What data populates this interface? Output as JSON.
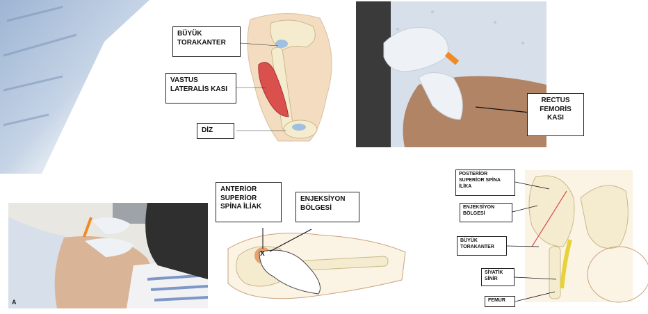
{
  "thigh_diagram": {
    "label_greater_trochanter": "BÜYÜK\nTORAKANTER",
    "label_vastus_lateralis": "VASTUS\nLATERALİS KASI",
    "label_knee": "DİZ"
  },
  "rectus_photo": {
    "label_rectus_femoris": "RECTUS\nFEMORİS\nKASI"
  },
  "ventrogluteal_photo": {
    "corner_letter": "A"
  },
  "ventrogluteal_diagram": {
    "label_asis": "ANTERİOR\nSUPERİOR\nSPİNA İLİAK",
    "label_injection_site": "ENJEKSİYON\nBÖLGESİ",
    "mark": "X"
  },
  "dorsogluteal_diagram": {
    "label_psis": "POSTERİOR\nSUPERİOR SPİNA\nİLİKA",
    "label_injection_site": "ENJEKSİYON\nBÖLGESİ",
    "label_greater_trochanter": "BÜYÜK\nTORAKANTER",
    "label_sciatic": "SİYATİK\nSİNİR",
    "label_femur": "FEMUR"
  },
  "colors": {
    "muscle": "#d9504d",
    "skin": "#f3dcc0",
    "bone": "#f5ecd0",
    "glove": "#eef2f6",
    "gown": "#d7dfea",
    "nerve": "#e8d23a",
    "syringe_orange": "#f08a24"
  }
}
